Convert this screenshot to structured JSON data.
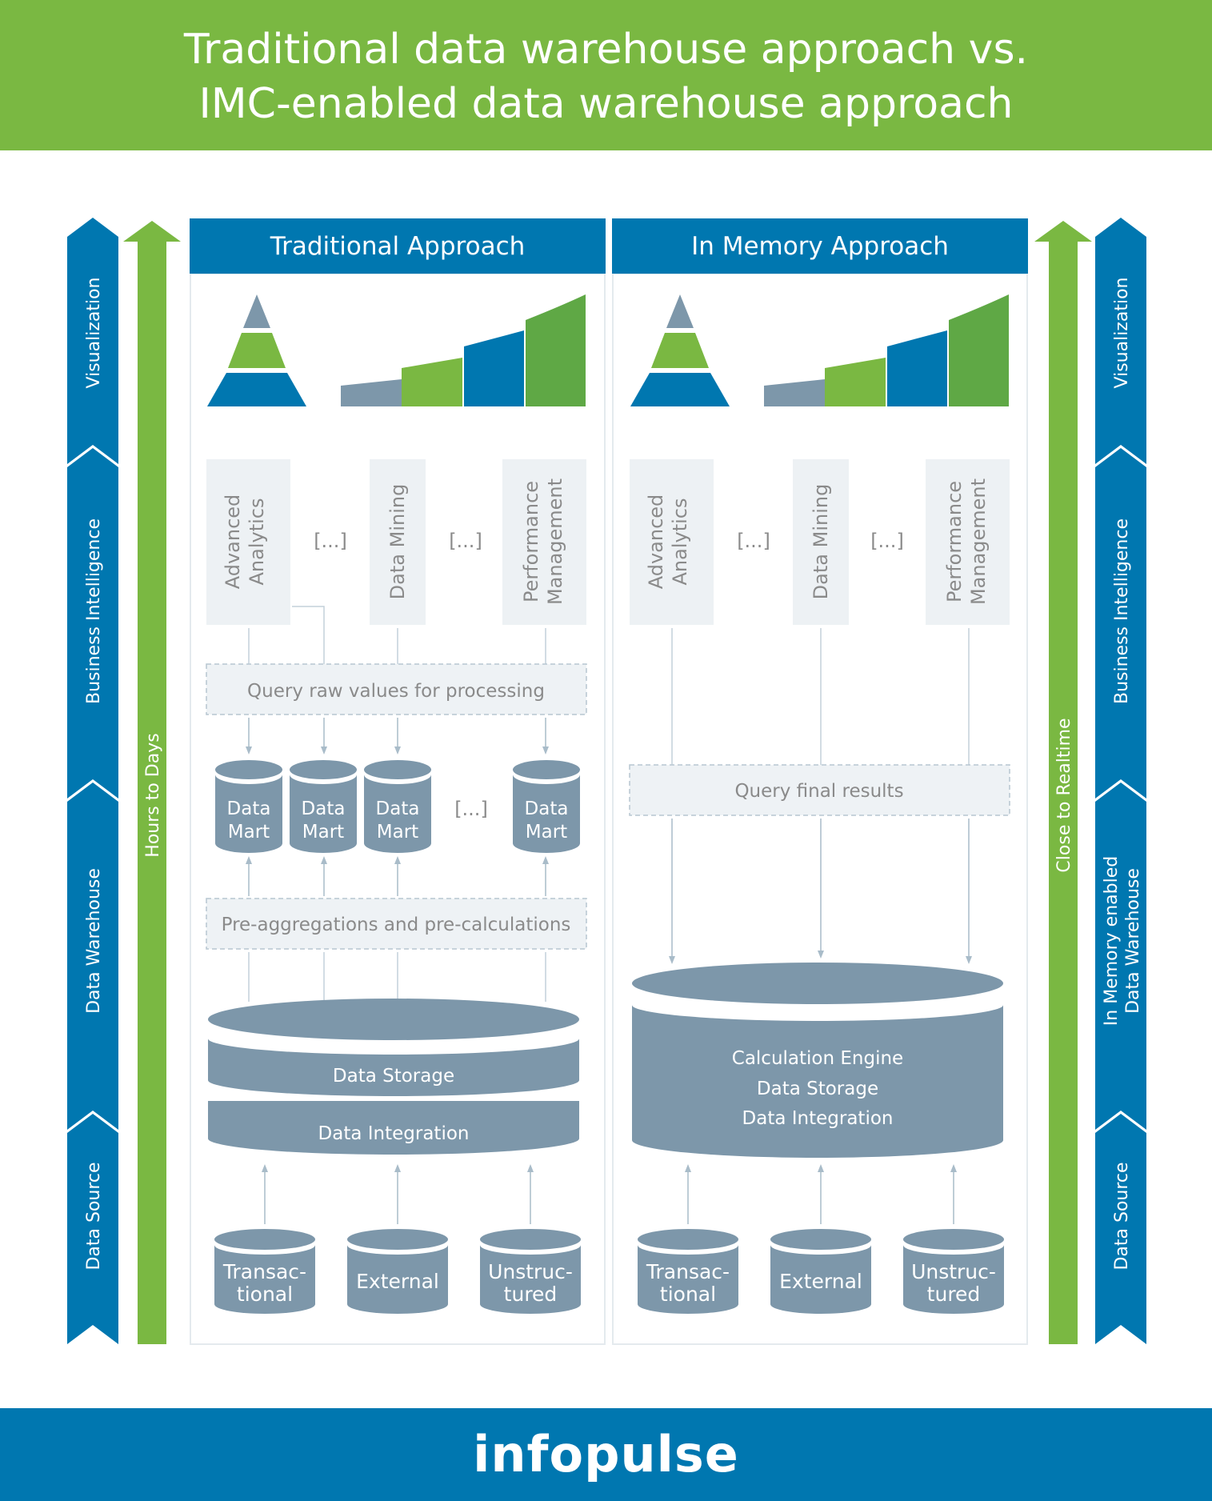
{
  "header": {
    "line1": "Traditional data warehouse approach vs.",
    "line2": "IMC-enabled data warehouse approach"
  },
  "left_axis": {
    "layers": [
      "Visualization",
      "Business Intelligence",
      "Data Warehouse",
      "Data Source"
    ],
    "arrow_label": "Hours to Days"
  },
  "right_axis": {
    "layers": [
      "Visualization",
      "Business Intelligence",
      "In Memory enabled",
      "Data Warehouse",
      "Data Source"
    ],
    "arrow_label": "Close to Realtime"
  },
  "traditional": {
    "title": "Traditional Approach",
    "bi_tools": [
      [
        "Advanced",
        "Analytics"
      ],
      [
        "[...]"
      ],
      [
        "Data Mining"
      ],
      [
        "[...]"
      ],
      [
        "Performance",
        "Management"
      ]
    ],
    "query_label": "Query raw values for processing",
    "data_marts": [
      [
        "Data",
        "Mart"
      ],
      [
        "Data",
        "Mart"
      ],
      [
        "Data",
        "Mart"
      ],
      [
        "[...]"
      ],
      [
        "Data",
        "Mart"
      ]
    ],
    "preagg_label": "Pre-aggregations and pre-calculations",
    "storage_label": "Data Storage",
    "integration_label": "Data Integration",
    "sources": [
      [
        "Transac-",
        "tional"
      ],
      [
        "External"
      ],
      [
        "Unstruc-",
        "tured"
      ]
    ]
  },
  "inmemory": {
    "title": "In Memory Approach",
    "bi_tools": [
      [
        "Advanced",
        "Analytics"
      ],
      [
        "[...]"
      ],
      [
        "Data Mining"
      ],
      [
        "[...]"
      ],
      [
        "Performance",
        "Management"
      ]
    ],
    "query_label": "Query final results",
    "engine_lines": [
      "Calculation Engine",
      "Data Storage",
      "Data Integration"
    ],
    "sources": [
      [
        "Transac-",
        "tional"
      ],
      [
        "External"
      ],
      [
        "Unstruc-",
        "tured"
      ]
    ]
  },
  "footer": {
    "brand": "infopulse"
  },
  "colors": {
    "green": "#7ab842",
    "blue": "#0077b0",
    "slate": "#7d97aa",
    "dark_green": "#5fa845",
    "pyramid_top": "#7d97aa",
    "pyramid_mid": "#7ab842",
    "pyramid_base": "#0077b0"
  }
}
